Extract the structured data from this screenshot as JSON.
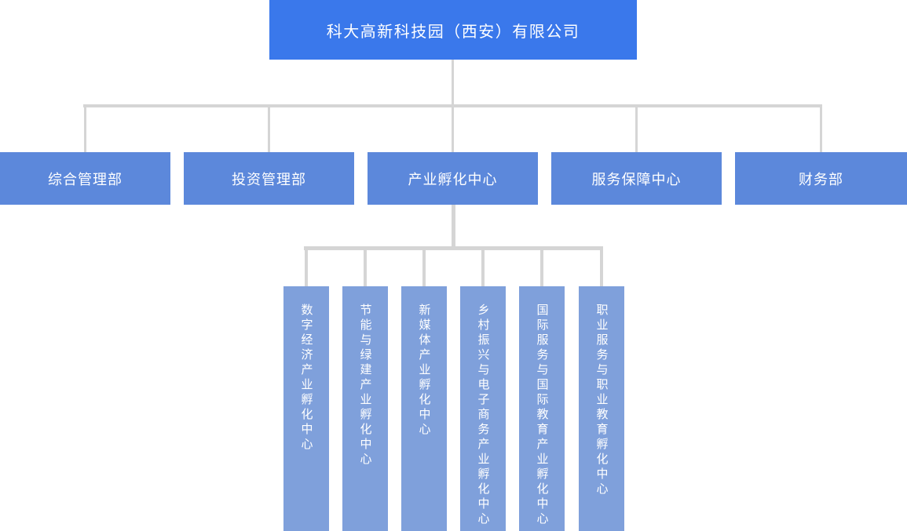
{
  "colors": {
    "root_box": "#3A78EB",
    "dept_box": "#5C88DB",
    "sub_box": "#7FA0DB",
    "connector": "#D5D5D5",
    "text": "#FFFFFF"
  },
  "org_chart": {
    "root": {
      "label": "科大高新科技园（西安）有限公司"
    },
    "departments": [
      {
        "label": "综合管理部"
      },
      {
        "label": "投资管理部"
      },
      {
        "label": "产业孵化中心"
      },
      {
        "label": "服务保障中心"
      },
      {
        "label": "财务部"
      }
    ],
    "incubation_centers": [
      {
        "label": "数字经济产业孵化中心"
      },
      {
        "label": "节能与绿建产业孵化中心"
      },
      {
        "label": "新媒体产业孵化中心"
      },
      {
        "label": "乡村振兴与电子商务产业孵化中心"
      },
      {
        "label": "国际服务与国际教育产业孵化中心"
      },
      {
        "label": "职业服务与职业教育孵化中心"
      }
    ]
  }
}
